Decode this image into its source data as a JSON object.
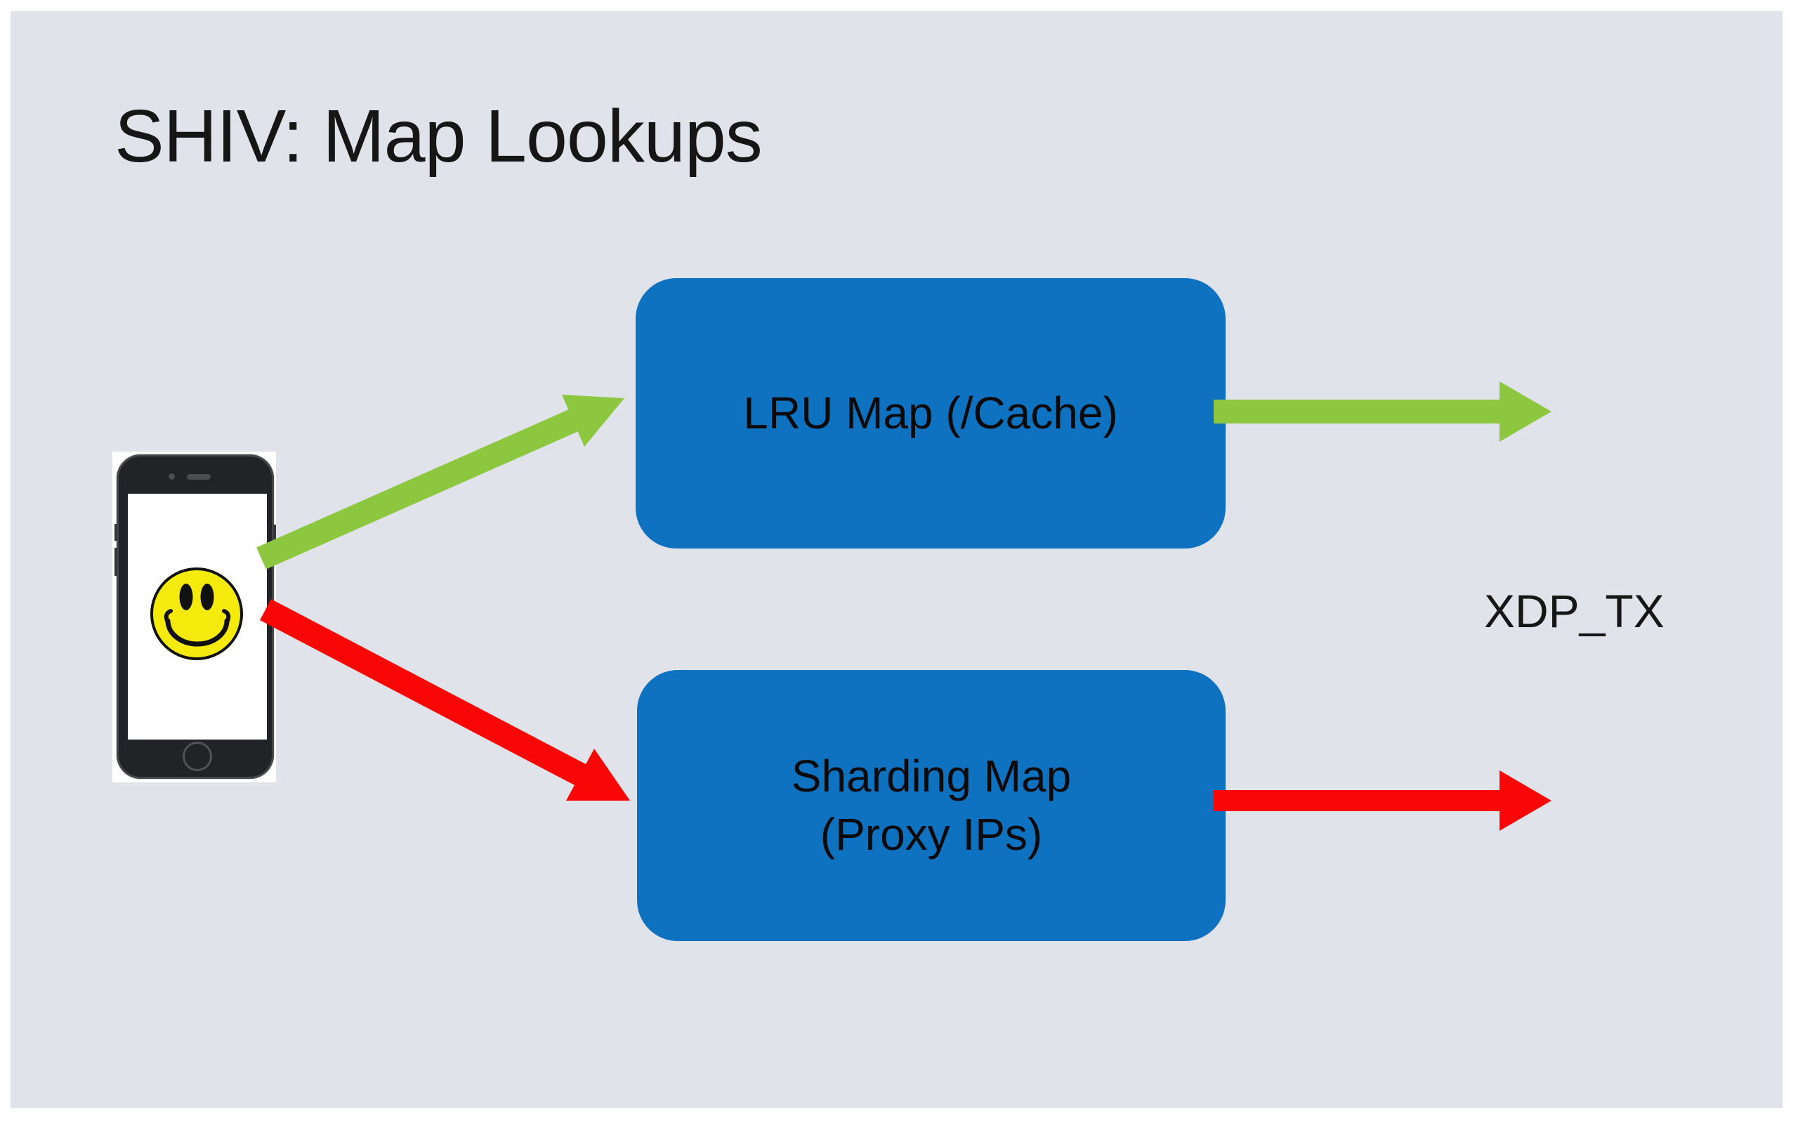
{
  "slide": {
    "title": "SHIV: Map Lookups"
  },
  "nodes": {
    "lru_map": {
      "label": "LRU Map (/Cache)"
    },
    "sharding_map": {
      "label_line1": "Sharding Map",
      "label_line2": "(Proxy IPs)"
    }
  },
  "labels": {
    "xdp_tx": "XDP_TX"
  },
  "icons": {
    "client": "smartphone-icon",
    "client_screen": "smiley-face-icon"
  },
  "colors": {
    "page_background": "#ffffff",
    "slide_background": "#e1e3ea",
    "node_blue": "#0f72c0",
    "arrow_green": "#8dc63f",
    "arrow_red": "#f90606",
    "smiley_yellow": "#f4eb0c",
    "smiley_outline": "#111111",
    "title_text": "#161616"
  }
}
